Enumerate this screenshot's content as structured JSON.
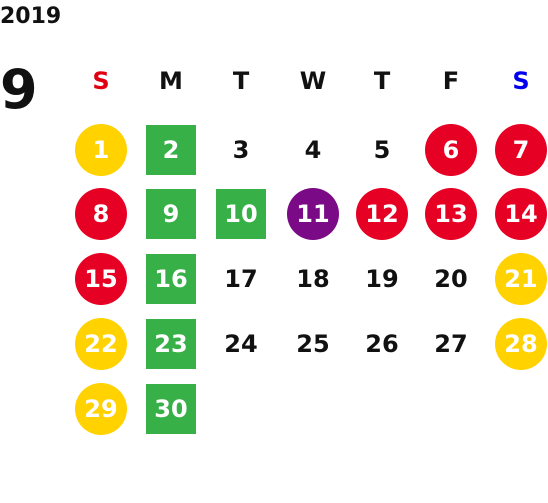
{
  "calendar": {
    "year": "2019",
    "month": "9",
    "weekdays": [
      {
        "label": "S",
        "color": "#e00012"
      },
      {
        "label": "M",
        "color": "#111111"
      },
      {
        "label": "T",
        "color": "#111111"
      },
      {
        "label": "W",
        "color": "#111111"
      },
      {
        "label": "T",
        "color": "#111111"
      },
      {
        "label": "F",
        "color": "#111111"
      },
      {
        "label": "S",
        "color": "#0000ee"
      }
    ],
    "legend_colors": {
      "yellow_circle": "#ffd200",
      "red_circle": "#e60023",
      "purple_circle": "#7a0a86",
      "green_square": "#38b048",
      "plain_text": "#111111"
    },
    "weeks": [
      [
        {
          "day": "1",
          "style": "yellow_circle"
        },
        {
          "day": "2",
          "style": "green_square"
        },
        {
          "day": "3",
          "style": "plain"
        },
        {
          "day": "4",
          "style": "plain"
        },
        {
          "day": "5",
          "style": "plain"
        },
        {
          "day": "6",
          "style": "red_circle"
        },
        {
          "day": "7",
          "style": "red_circle"
        }
      ],
      [
        {
          "day": "8",
          "style": "red_circle"
        },
        {
          "day": "9",
          "style": "green_square"
        },
        {
          "day": "10",
          "style": "green_square"
        },
        {
          "day": "11",
          "style": "purple_circle"
        },
        {
          "day": "12",
          "style": "red_circle"
        },
        {
          "day": "13",
          "style": "red_circle"
        },
        {
          "day": "14",
          "style": "red_circle"
        }
      ],
      [
        {
          "day": "15",
          "style": "red_circle"
        },
        {
          "day": "16",
          "style": "green_square"
        },
        {
          "day": "17",
          "style": "plain"
        },
        {
          "day": "18",
          "style": "plain"
        },
        {
          "day": "19",
          "style": "plain"
        },
        {
          "day": "20",
          "style": "plain"
        },
        {
          "day": "21",
          "style": "yellow_circle"
        }
      ],
      [
        {
          "day": "22",
          "style": "yellow_circle"
        },
        {
          "day": "23",
          "style": "green_square"
        },
        {
          "day": "24",
          "style": "plain"
        },
        {
          "day": "25",
          "style": "plain"
        },
        {
          "day": "26",
          "style": "plain"
        },
        {
          "day": "27",
          "style": "plain"
        },
        {
          "day": "28",
          "style": "yellow_circle"
        }
      ],
      [
        {
          "day": "29",
          "style": "yellow_circle"
        },
        {
          "day": "30",
          "style": "green_square"
        }
      ]
    ]
  }
}
